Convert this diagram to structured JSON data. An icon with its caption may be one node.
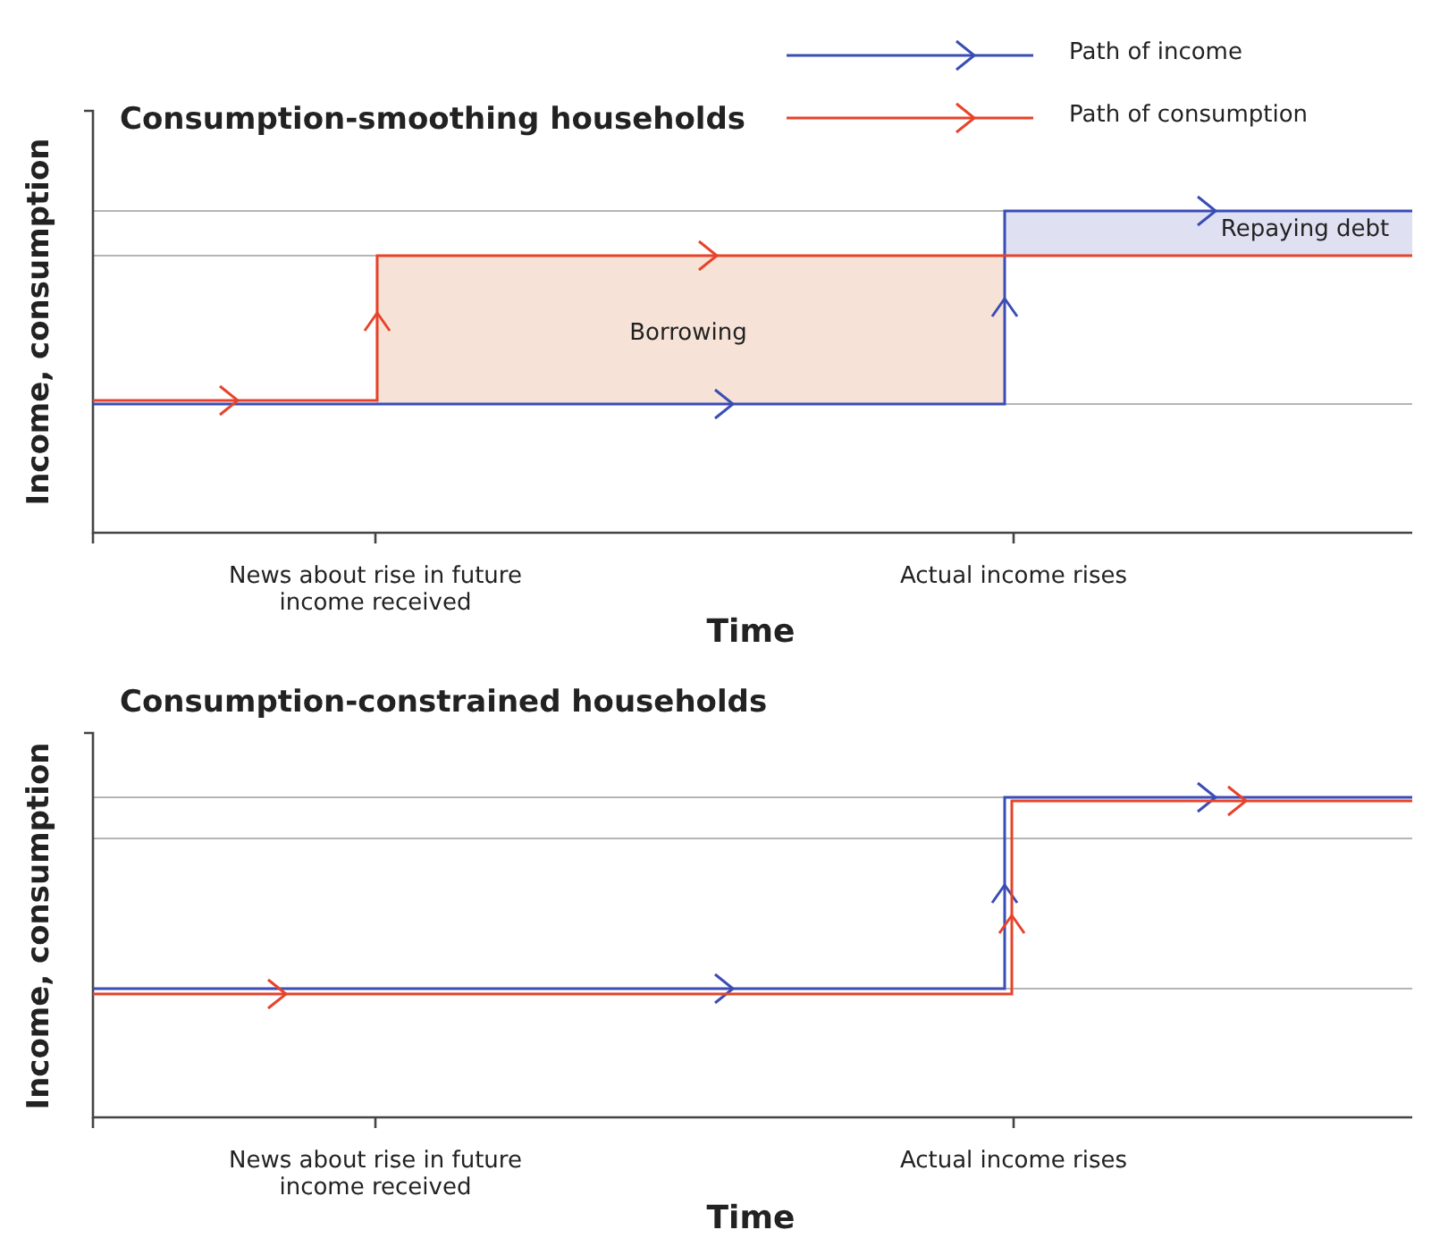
{
  "diagram": {
    "labels": [
      "Consumption-smoothing households",
      "Borrowing",
      "Repaying debt",
      "Income, consumption",
      "News about rise in future income received",
      "Actual income rises",
      "Time",
      "Consumption-constrained households",
      "Income, consumption",
      "News about rise in future income received",
      "Actual income rises",
      "Time"
    ],
    "legend": [
      {
        "text": "Path of income"
      },
      {
        "text": "Path of consumption"
      }
    ]
  }
}
